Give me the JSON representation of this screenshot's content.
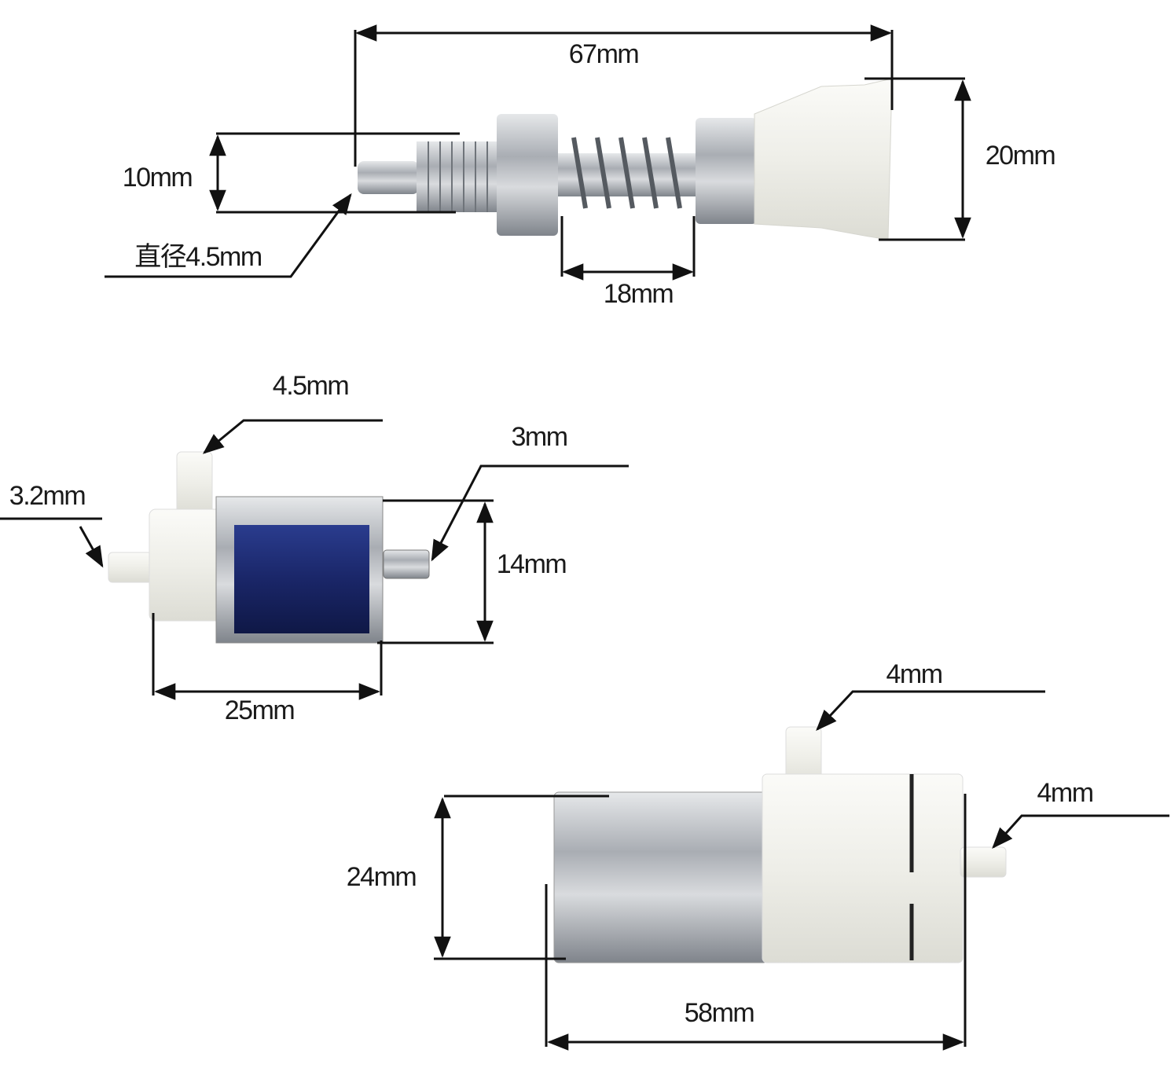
{
  "suction_nozzle": {
    "length_label": "67mm",
    "cup_diameter_label": "20mm",
    "thread_label": "10mm",
    "barb_diameter_label": "直径4.5mm",
    "spring_label": "18mm"
  },
  "solenoid_valve": {
    "top_port_label": "4.5mm",
    "pin_label": "3mm",
    "side_port_label": "3.2mm",
    "height_label": "14mm",
    "length_label": "25mm"
  },
  "air_pump": {
    "top_port_label": "4mm",
    "side_port_label": "4mm",
    "diameter_label": "24mm",
    "length_label": "58mm"
  },
  "colors": {
    "coil_blue": "#1f2f7a",
    "metal": "#b8bcc2",
    "plastic": "#f3f3ef"
  }
}
